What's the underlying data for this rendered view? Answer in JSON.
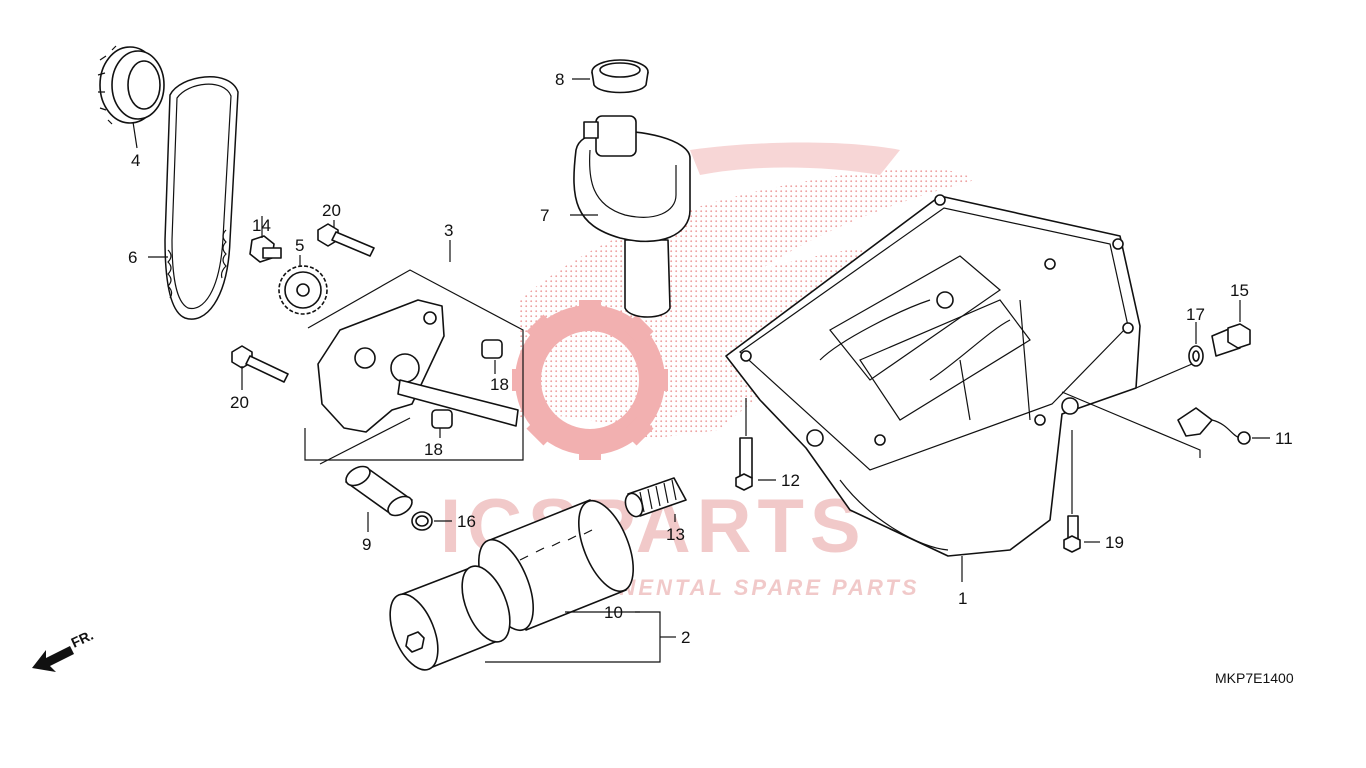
{
  "diagram": {
    "code": "MKP7E1400",
    "direction_label": "FR."
  },
  "watermark": {
    "brand": "ICSPARTS",
    "tagline": "INTERCONTINENTAL SPARE PARTS",
    "color": "#e03a3a"
  },
  "callouts": {
    "c1": "1",
    "c2": "2",
    "c3": "3",
    "c4": "4",
    "c5": "5",
    "c6": "6",
    "c7": "7",
    "c8": "8",
    "c9": "9",
    "c10": "10",
    "c11": "11",
    "c12": "12",
    "c13": "13",
    "c14": "14",
    "c15": "15",
    "c16": "16",
    "c17": "17",
    "c18a": "18",
    "c18b": "18",
    "c19": "19",
    "c20a": "20",
    "c20b": "20"
  }
}
